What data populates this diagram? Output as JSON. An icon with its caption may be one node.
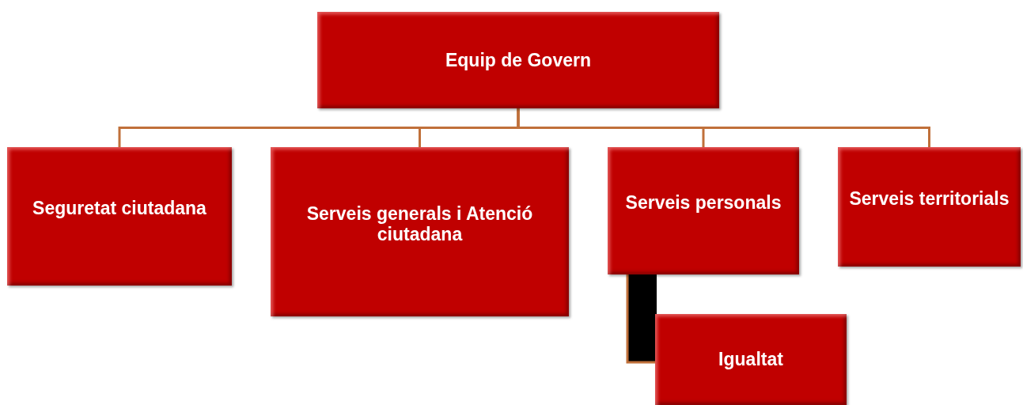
{
  "diagram": {
    "nodes": [
      {
        "text": [
          "Equip de Govern"
        ]
      },
      {
        "text": [
          "Seguretat ciutadana"
        ]
      },
      {
        "text": [
          "Serveis generals i Atenció ciutadana"
        ]
      },
      {
        "text": [
          "Serveis personals"
        ]
      },
      {
        "text": [
          "Serveis territorials"
        ]
      },
      {
        "text": [
          "Igualtat"
        ]
      }
    ],
    "edges": [
      {
        "from": 0,
        "to": 1,
        "arrow": "none"
      },
      {
        "from": 0,
        "to": 2,
        "arrow": "none"
      },
      {
        "from": 0,
        "to": 3,
        "arrow": "none"
      },
      {
        "from": 0,
        "to": 4,
        "arrow": "none"
      },
      {
        "from": 3,
        "to": 5,
        "arrow": "none"
      }
    ]
  }
}
